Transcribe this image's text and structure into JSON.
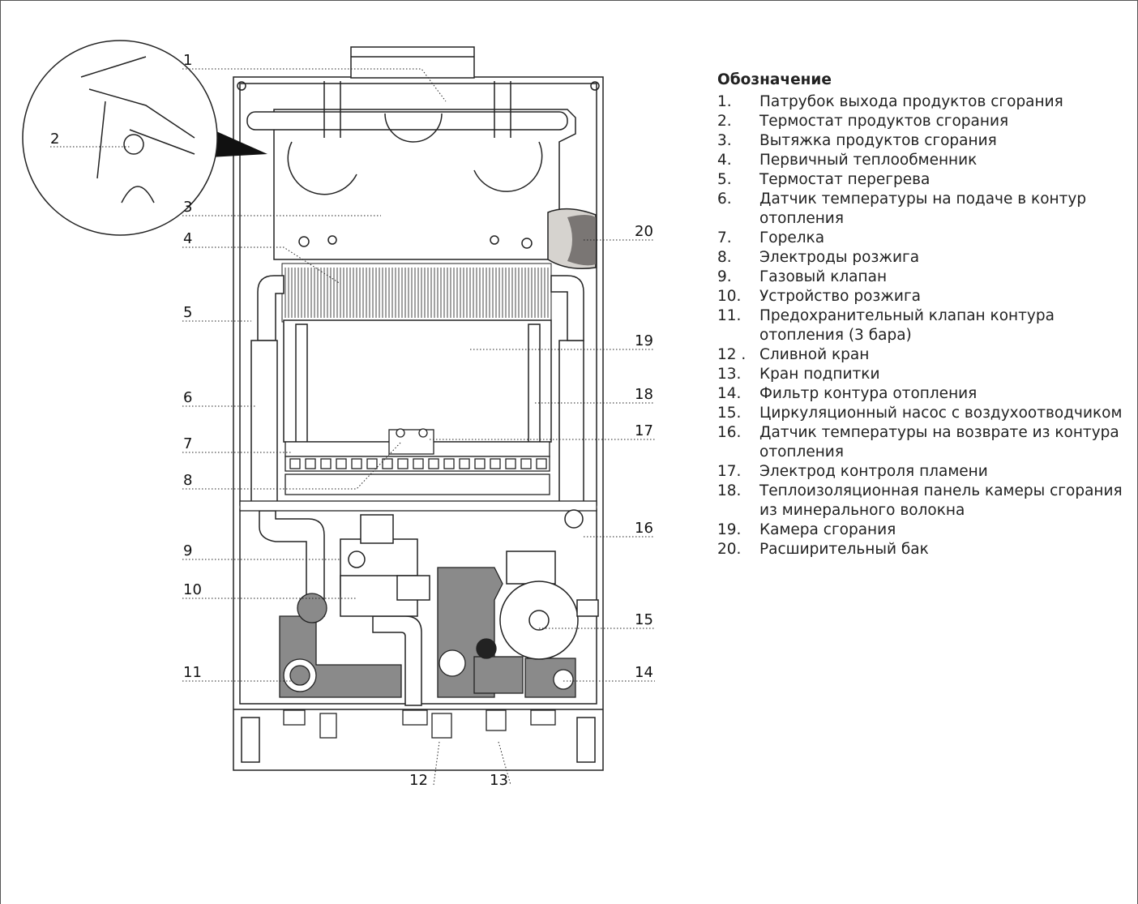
{
  "legend": {
    "title": "Обозначение",
    "items": [
      {
        "num": "1.",
        "text": "Патрубок выхода продуктов сгорания"
      },
      {
        "num": "2.",
        "text": "Термостат продуктов сгорания"
      },
      {
        "num": "3.",
        "text": "Вытяжка продуктов сгорания"
      },
      {
        "num": "4.",
        "text": "Первичный теплообменник"
      },
      {
        "num": "5.",
        "text": "Термостат перегрева"
      },
      {
        "num": "6.",
        "text": "Датчик температуры на подаче в контур отопления"
      },
      {
        "num": "7.",
        "text": "Горелка"
      },
      {
        "num": "8.",
        "text": "Электроды розжига"
      },
      {
        "num": "9.",
        "text": "Газовый клапан"
      },
      {
        "num": "10.",
        "text": "Устройство розжига"
      },
      {
        "num": "11.",
        "text": "Предохранительный клапан контура отопления (3 бара)"
      },
      {
        "num": "12 .",
        "text": "Сливной кран"
      },
      {
        "num": "13.",
        "text": "Кран подпитки"
      },
      {
        "num": "14.",
        "text": "Фильтр контура отопления"
      },
      {
        "num": "15.",
        "text": "Циркуляционный насос с воздухоотводчиком"
      },
      {
        "num": "16.",
        "text": "Датчик температуры на возврате из контура отопления"
      },
      {
        "num": "17.",
        "text": "Электрод контроля пламени"
      },
      {
        "num": "18.",
        "text": "Теплоизоляционная панель камеры сгорания из минерального волокна"
      },
      {
        "num": "19.",
        "text": "Камера сгорания"
      },
      {
        "num": "20.",
        "text": "Расширительный бак"
      }
    ]
  },
  "callouts": {
    "c1": "1",
    "c2": "2",
    "c3": "3",
    "c4": "4",
    "c5": "5",
    "c6": "6",
    "c7": "7",
    "c8": "8",
    "c9": "9",
    "c10": "10",
    "c11": "11",
    "c12": "12",
    "c13": "13",
    "c14": "14",
    "c15": "15",
    "c16": "16",
    "c17": "17",
    "c18": "18",
    "c19": "19",
    "c20": "20"
  }
}
